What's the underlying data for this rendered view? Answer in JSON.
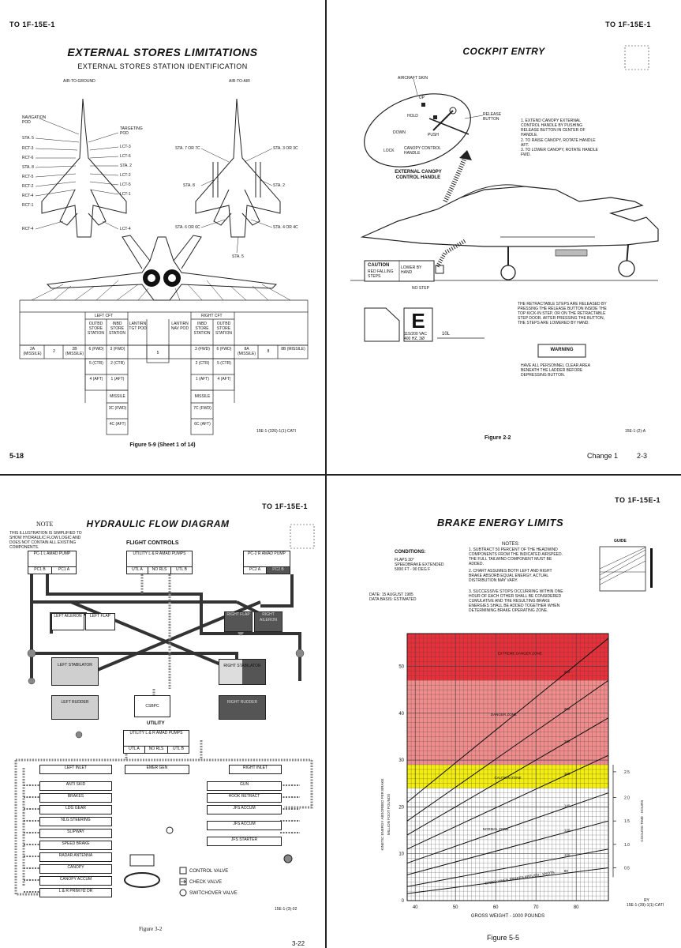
{
  "page1": {
    "doc_id": "TO 1F-15E-1",
    "title": "EXTERNAL STORES LIMITATIONS",
    "subtitle": "EXTERNAL STORES STATION IDENTIFICATION",
    "air_to_ground": "AIR-TO-GROUND",
    "air_to_air": "AIR-TO-AIR",
    "left_labels": [
      "NAVIGATION POD",
      "STA. 5",
      "RCT-3",
      "RCT-6",
      "STA. 8",
      "RCT-5",
      "RCT-2",
      "RCT-4",
      "RCT-1",
      "RCT-4"
    ],
    "mid_labels": [
      "TARGETING POD",
      "LCT-3",
      "LCT-6",
      "STA. 2",
      "LCT-2",
      "LCT-5",
      "LCT-1",
      "LCT-4"
    ],
    "right_labels": [
      "STA. 7 OR 7C",
      "STA. 3 OR 3C",
      "STA. 8",
      "STA. 2",
      "STA. 6 OR 6C",
      "STA. 4 OR 4C",
      "STA. 5"
    ],
    "left_cft": "LEFT CFT",
    "right_cft": "RIGHT CFT",
    "outbd_store_station": "OUTBD STORE STATION",
    "inbd_store_station": "INBD STORE STATION",
    "lantirn_tgt_pod": "LANTIRN TGT POD",
    "lantirn_nav_pod": "LANTIRN NAV POD",
    "missile": "MISSILE",
    "stations": [
      "2A (MISSILE)",
      "2",
      "2B (MISSILE)",
      "6 (FWD)",
      "3 (FWD)",
      "5",
      "3 (FWD)",
      "6 (FWD)",
      "8A (MISSILE)",
      "8",
      "8B (MISSILE)"
    ],
    "left_cft_rows": [
      "5 (CTR)",
      "2 (CTR)",
      "4 (AFT)",
      "1 (AFT)"
    ],
    "right_cft_rows": [
      "2 (CTR)",
      "5 (CTR)",
      "1 (AFT)",
      "4 (AFT)"
    ],
    "left_missile_rows": [
      "3C (FWD)",
      "4C (AFT)"
    ],
    "right_missile_rows": [
      "7C (FWD)",
      "6C (AFT)"
    ],
    "figure_id": "15E-1-(326)-1(1)-CATI",
    "caption": "Figure 5-9 (Sheet 1 of 14)",
    "page_number": "5-18"
  },
  "page2": {
    "doc_id": "TO 1F-15E-1",
    "title": "COCKPIT ENTRY",
    "aircraft_skin": "AIRCRAFT SKIN",
    "release_button": "RELEASE BUTTON",
    "handle_words": [
      "UP",
      "HOLD",
      "DOWN",
      "LOCK",
      "PUSH",
      "CANOPY CONTROL HANDLE"
    ],
    "steps": [
      "1. EXTEND CANOPY EXTERNAL CONTROL HANDLE BY PUSHING RELEASE BUTTON IN CENTER OF HANDLE.",
      "2. TO RAISE CANOPY, ROTATE HANDLE AFT.",
      "3. TO LOWER CANOPY, ROTATE HANDLE FWD."
    ],
    "external_handle": "EXTERNAL CANOPY CONTROL HANDLE",
    "caution_label": "CAUTION",
    "caution_small": "RED FALLING STEPS",
    "lowered_by_hand": "LOWER BY HAND",
    "no_step": "NO STEP",
    "retract_note": "THE RETRACTABLE STEPS ARE RELEASED BY PRESSING THE RELEASE BUTTON INSIDE THE TOP KICK-IN STEP, OR ON THE RETRACTABLE STEP DOOR. AFTER PRESSING THE BUTTON, THE STEPS ARE LOWERED BY HAND.",
    "warning_label": "WARNING",
    "warning_text": "HAVE ALL PERSONNEL CLEAR AREA BENEATH THE LADDER BEFORE DEPRESSING BUTTON.",
    "e_plate": "E",
    "plate_text": "115/200 VAC 400 HZ, 3Ø",
    "ten_l": "10L",
    "figure_id": "15E-1-(2)-A",
    "caption": "Figure 2-2",
    "change": "Change 1",
    "page_number": "2-3"
  },
  "page3": {
    "doc_id": "TO 1F-15E-1",
    "note_label": "NOTE",
    "note_text": "THIS ILLUSTRATION IS SIMPLIFIED TO SHOW HYDRAULIC FLOW LOGIC AND DOES NOT CONTAIN ALL EXISTING COMPONENTS.",
    "title": "HYDRAULIC FLOW DIAGRAM",
    "flight_controls": "FLIGHT CONTROLS",
    "pc1": "PC-1 L AMAD PUMP",
    "pc1_tabs": [
      "PC1 B",
      "PC1 A"
    ],
    "utility_top": "UTILITY L & R AMAD PUMPS",
    "utility_tabs": [
      "UTL A",
      "NO RLS",
      "UTL B"
    ],
    "pc2": "PC-2 R AMAD PUMP",
    "pc2_tabs": [
      "PC2 A",
      "PC2 B"
    ],
    "left_aileron": "LEFT AILERON",
    "left_flap": "LEFT FLAP",
    "right_flap": "RIGHT FLAP",
    "right_aileron": "RIGHT AILERON",
    "left_stabilator": "LEFT STABILATOR",
    "right_stabilator": "RIGHT STABILATOR",
    "left_rudder": "LEFT RUDDER",
    "csbpc": "CSBPC",
    "right_rudder": "RIGHT RUDDER",
    "utility": "UTILITY",
    "utility_bottom": "UTILITY L & R AMAD PUMPS",
    "utility_bottom_tabs": [
      "UTL A",
      "NO RLS",
      "UTL B"
    ],
    "emer_gen": "EMER GEN",
    "left_inlet": "LEFT INLET",
    "right_inlet": "RIGHT INLET",
    "left_items": [
      "ANTI SKID",
      "BRAKES",
      "LDG GEAR",
      "NLG STEERING",
      "SLIPWAY",
      "SPEED BRAKE",
      "RADAR ANTENNA",
      "CANOPY",
      "CANOPY ACCUM",
      "L & R PRIM H2 DR"
    ],
    "right_items": [
      "GUN",
      "HOOK RETRACT",
      "JFS ACCUM",
      "JFS ACCUM",
      "JFS STARTER"
    ],
    "legend": [
      "CONTROL VALVE",
      "CHECK VALVE",
      "SWITCHOVER VALVE"
    ],
    "figure_id": "15E-1-(3)-02",
    "caption": "Figure 3-2",
    "page_number": "3-22"
  },
  "page4": {
    "doc_id": "TO 1F-15E-1",
    "title": "BRAKE ENERGY LIMITS",
    "conditions_label": "CONDITIONS:",
    "conditions": [
      "FLAPS 30°",
      "SPEEDBRAKE EXTENDED",
      "5000 FT - 90 DEG F"
    ],
    "date": "DATE: 15 AUGUST 1985",
    "data_basis": "DATA BASIS: ESTIMATED",
    "notes_label": "NOTES:",
    "notes": [
      "1. SUBTRACT 50 PERCENT OF THE HEADWIND COMPONENTS FROM THE INDICATED AIRSPEED. THE FULL TAILWIND COMPONENT MUST BE ADDED.",
      "2. CHART ASSUMES BOTH LEFT AND RIGHT BRAKE ABSORB EQUAL ENERGY. ACTUAL DISTRIBUTION MAY VARY.",
      "3. SUCCESSIVE STOPS OCCURRING WITHIN ONE HOUR OF EACH OTHER SHALL BE CONSIDERED CUMULATIVE AND THE RESULTING BRAKE ENERGIES SHALL BE ADDED TOGETHER WHEN DETERMINING BRAKE OPERATING ZONE."
    ],
    "guide": "GUIDE",
    "figure_id": "15E-1-(39)-1(1)-CATI",
    "ry": "RY",
    "caption": "Figure 5-5",
    "colors": {
      "extreme": "#e8303a",
      "danger": "#f08c8c",
      "caution": "#f4ee10",
      "normal": "#ffffff",
      "grid": "#444444"
    }
  },
  "chart_data": {
    "type": "line",
    "xlabel": "GROSS WEIGHT - 1000 POUNDS",
    "ylabel": "KINETIC ENERGY ABSORBED PER BRAKE MILLION FOOT POUNDS",
    "y2label": "COOLING TIME - HOURS",
    "xlim": [
      38,
      88
    ],
    "ylim": [
      0,
      57
    ],
    "x_ticks": [
      40,
      50,
      60,
      70,
      80
    ],
    "y_ticks": [
      10,
      20,
      30,
      40,
      50
    ],
    "y2_ticks": [
      "0.5",
      "1.0",
      "1.5",
      "2.0",
      "2.5"
    ],
    "y2_tick_positions": [
      7,
      12,
      17,
      22,
      27.5
    ],
    "zones": [
      {
        "name": "EXTREME DANGER ZONE",
        "from": 47,
        "to": 57
      },
      {
        "name": "DANGER ZONE",
        "from": 29,
        "to": 47
      },
      {
        "name": "CAUTION ZONE",
        "from": 24,
        "to": 29
      },
      {
        "name": "NORMAL ZONE",
        "from": 0,
        "to": 24
      }
    ],
    "speed_curve_label": "SPEED WHEN BRAKES APPLIED - KNOTS",
    "series": [
      {
        "name": "80",
        "x": [
          38,
          88
        ],
        "y": [
          1.5,
          7.0
        ]
      },
      {
        "name": "100",
        "x": [
          38,
          88
        ],
        "y": [
          3.0,
          11.0
        ]
      },
      {
        "name": "120",
        "x": [
          38,
          88
        ],
        "y": [
          5.5,
          17.0
        ]
      },
      {
        "name": "140",
        "x": [
          38,
          88
        ],
        "y": [
          8.0,
          23.0
        ]
      },
      {
        "name": "160",
        "x": [
          38,
          88
        ],
        "y": [
          11.0,
          31.0
        ]
      },
      {
        "name": "180",
        "x": [
          38,
          88
        ],
        "y": [
          14.0,
          39.0
        ]
      },
      {
        "name": "200",
        "x": [
          38,
          88
        ],
        "y": [
          17.0,
          47.0
        ]
      },
      {
        "name": "220",
        "x": [
          38,
          88
        ],
        "y": [
          21.0,
          56.0
        ]
      }
    ]
  }
}
